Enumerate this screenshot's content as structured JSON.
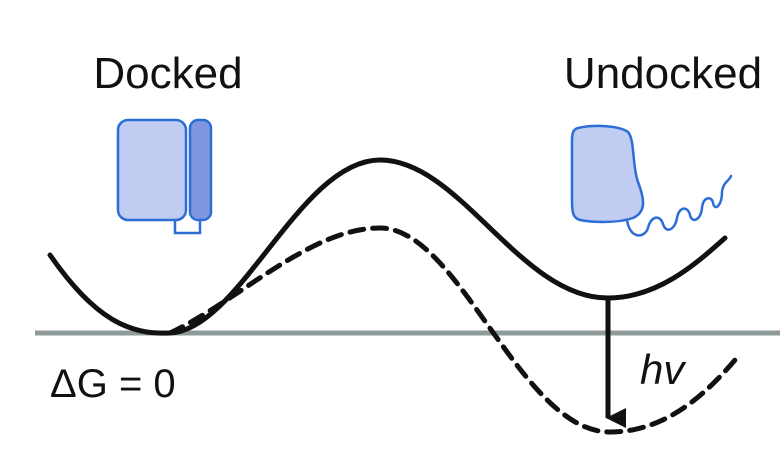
{
  "labels": {
    "left_state": "Docked",
    "right_state": "Undocked",
    "delta_g": "ΔG = 0",
    "photon": "hv"
  },
  "colors": {
    "curve": "#111111",
    "baseline": "#8f9a9a",
    "domain_fill": "#c0ccf2",
    "domain_stroke": "#2d6ed6",
    "linker_fill": "#7f97e0",
    "tether": "#2d6ed6"
  },
  "icons": {
    "docked": "docked-protein-icon",
    "undocked": "undocked-protein-icon",
    "arrow": "down-arrow-icon"
  }
}
